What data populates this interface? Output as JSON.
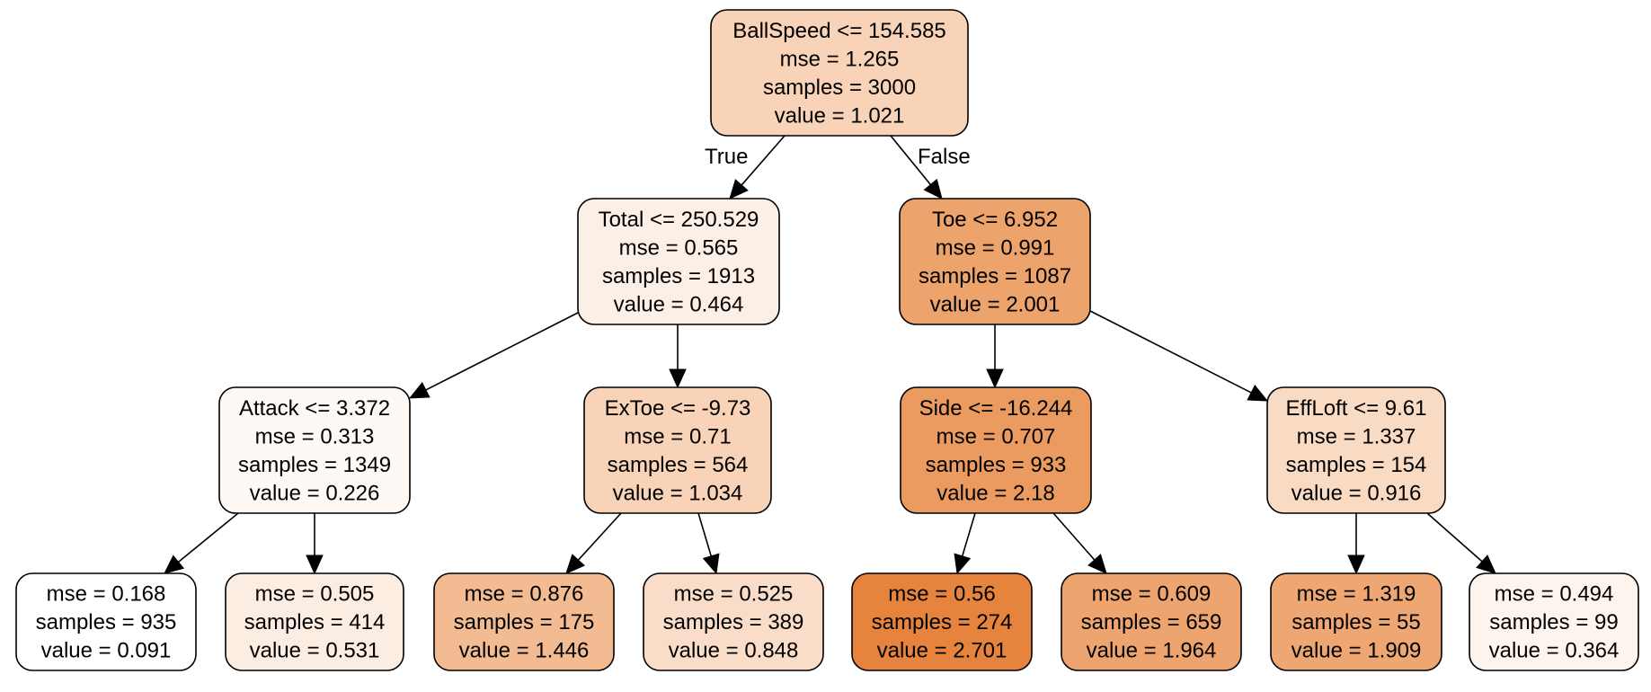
{
  "tree": {
    "nodes": [
      {
        "id": "n0",
        "lines": [
          "BallSpeed <= 154.585",
          "mse = 1.265",
          "samples = 3000",
          "value = 1.021"
        ],
        "fill": "#f8d3b8"
      },
      {
        "id": "n1",
        "lines": [
          "Total <= 250.529",
          "mse = 0.565",
          "samples = 1913",
          "value = 0.464"
        ],
        "fill": "#fcefe6"
      },
      {
        "id": "n2",
        "lines": [
          "Toe <= 6.952",
          "mse = 0.991",
          "samples = 1087",
          "value = 2.001"
        ],
        "fill": "#eda36c"
      },
      {
        "id": "n3",
        "lines": [
          "Attack <= 3.372",
          "mse = 0.313",
          "samples = 1349",
          "value = 0.226"
        ],
        "fill": "#fef9f5"
      },
      {
        "id": "n4",
        "lines": [
          "ExToe <= -9.73",
          "mse = 0.71",
          "samples = 564",
          "value = 1.034"
        ],
        "fill": "#f8d3b7"
      },
      {
        "id": "n5",
        "lines": [
          "Side <= -16.244",
          "mse = 0.707",
          "samples = 933",
          "value = 2.18"
        ],
        "fill": "#eb9b5f"
      },
      {
        "id": "n6",
        "lines": [
          "EffLoft <= 9.61",
          "mse = 1.337",
          "samples = 154",
          "value = 0.916"
        ],
        "fill": "#f9dac3"
      },
      {
        "id": "n7",
        "lines": [
          "mse = 0.168",
          "samples = 935",
          "value = 0.091"
        ],
        "fill": "#ffffff"
      },
      {
        "id": "n8",
        "lines": [
          "mse = 0.505",
          "samples = 414",
          "value = 0.531"
        ],
        "fill": "#fcede2"
      },
      {
        "id": "n9",
        "lines": [
          "mse = 0.876",
          "samples = 175",
          "value = 1.446"
        ],
        "fill": "#f3bb92"
      },
      {
        "id": "n10",
        "lines": [
          "mse = 0.525",
          "samples = 389",
          "value = 0.848"
        ],
        "fill": "#f9ddc9"
      },
      {
        "id": "n11",
        "lines": [
          "mse = 0.56",
          "samples = 274",
          "value = 2.701"
        ],
        "fill": "#e6843d"
      },
      {
        "id": "n12",
        "lines": [
          "mse = 0.609",
          "samples = 659",
          "value = 1.964"
        ],
        "fill": "#eea46f"
      },
      {
        "id": "n13",
        "lines": [
          "mse = 1.319",
          "samples = 55",
          "value = 1.909"
        ],
        "fill": "#eea773"
      },
      {
        "id": "n14",
        "lines": [
          "mse = 0.494",
          "samples = 99",
          "value = 0.364"
        ],
        "fill": "#fdf4ed"
      }
    ],
    "edges": [
      {
        "from": "n0",
        "to": "n1",
        "label": "True"
      },
      {
        "from": "n0",
        "to": "n2",
        "label": "False"
      },
      {
        "from": "n1",
        "to": "n3",
        "label": ""
      },
      {
        "from": "n1",
        "to": "n4",
        "label": ""
      },
      {
        "from": "n2",
        "to": "n5",
        "label": ""
      },
      {
        "from": "n2",
        "to": "n6",
        "label": ""
      },
      {
        "from": "n3",
        "to": "n7",
        "label": ""
      },
      {
        "from": "n3",
        "to": "n8",
        "label": ""
      },
      {
        "from": "n4",
        "to": "n9",
        "label": ""
      },
      {
        "from": "n4",
        "to": "n10",
        "label": ""
      },
      {
        "from": "n5",
        "to": "n11",
        "label": ""
      },
      {
        "from": "n5",
        "to": "n12",
        "label": ""
      },
      {
        "from": "n6",
        "to": "n13",
        "label": ""
      },
      {
        "from": "n6",
        "to": "n14",
        "label": ""
      }
    ]
  }
}
